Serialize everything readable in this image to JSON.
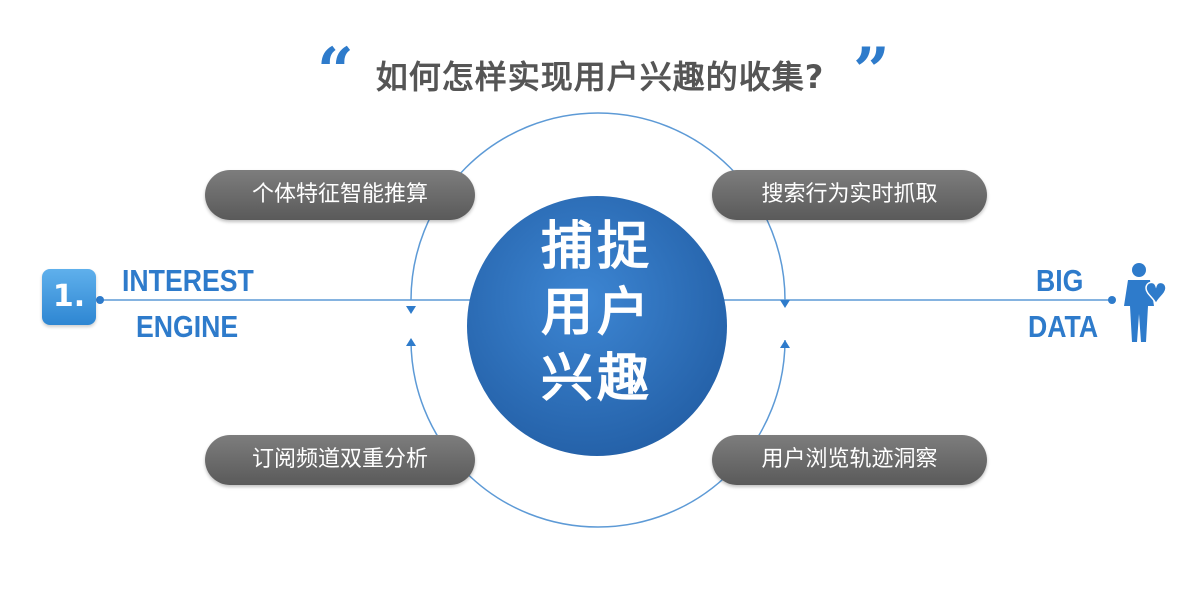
{
  "colors": {
    "accent": "#2e7bcb",
    "circle": "#2c74c4",
    "pill": "#6b6b6b",
    "title": "#555555"
  },
  "title": {
    "open_quote": "“",
    "text": "如何怎样实现用户兴趣的收集?",
    "close_quote": "”"
  },
  "center": {
    "lines": [
      "捕捉",
      "用户",
      "兴趣"
    ]
  },
  "pills": {
    "top_left": "个体特征智能推算",
    "top_right": "搜索行为实时抓取",
    "bottom_left": "订阅频道双重分析",
    "bottom_right": "用户浏览轨迹洞察"
  },
  "left_panel": {
    "badge": "1.",
    "line1": "INTEREST",
    "line2": "ENGINE",
    "icon": "number-badge-icon"
  },
  "right_panel": {
    "line1": "BIG",
    "line2": "DATA",
    "icon": "person-heart-icon"
  }
}
